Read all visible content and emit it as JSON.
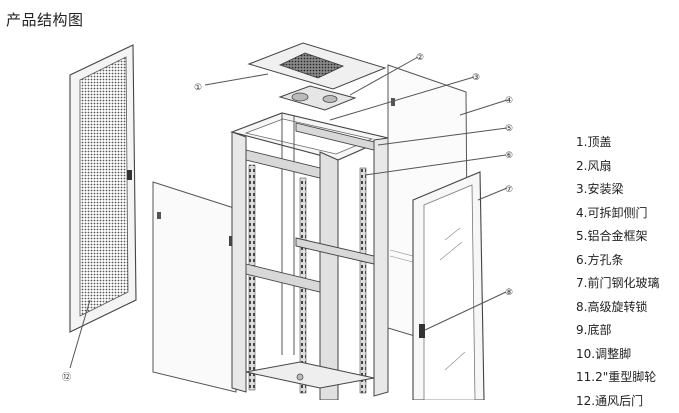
{
  "title": "产品结构图",
  "callouts": [
    "①",
    "②",
    "③",
    "④",
    "⑤",
    "⑥",
    "⑦",
    "⑧",
    "⑫"
  ],
  "legend": [
    "1.顶盖",
    "2.风扇",
    "3.安装梁",
    "4.可拆卸侧门",
    "5.铝合金框架",
    "6.方孔条",
    "7.前门钢化玻璃",
    "8.高级旋转锁",
    "9.底部",
    "10.调整脚",
    "11.2\"重型脚轮",
    "12.通风后门"
  ]
}
